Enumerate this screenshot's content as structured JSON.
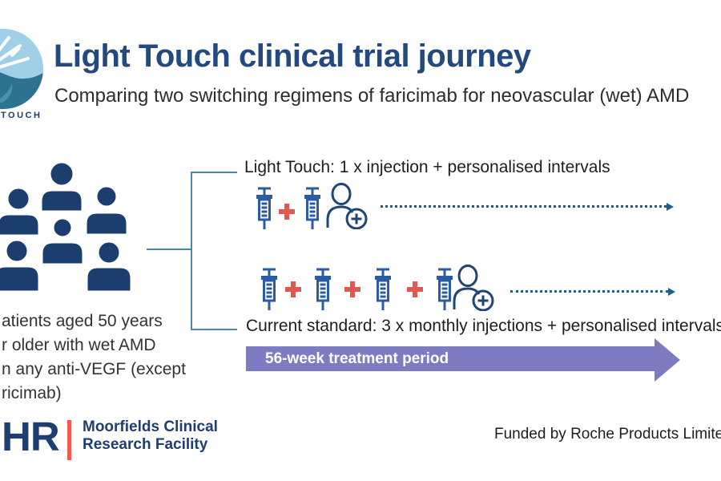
{
  "header": {
    "logo_label": "TOUCH",
    "title": "Light Touch clinical trial journey",
    "subtitle": "Comparing two switching regimens of faricimab for neovascular (wet) AMD"
  },
  "population": {
    "lines": [
      "atients aged 50 years",
      "r older with wet AMD",
      "n any anti-VEGF (except",
      "ricimab)"
    ]
  },
  "arms": {
    "light_touch": {
      "label": "Light Touch: 1 x injection + personalised intervals"
    },
    "current_standard": {
      "label": "Current standard: 3 x monthly injections + personalised intervals"
    }
  },
  "timeline": {
    "label": "56-week treatment period"
  },
  "footer": {
    "nihr": "HR",
    "partner_line1": "Moorfields Clinical",
    "partner_line2": "Research Facility",
    "funding": "Funded by Roche Products Limited ("
  },
  "colors": {
    "title_navy": "#24497e",
    "people_navy": "#1c3e6e",
    "syringe_blue": "#2a5ba3",
    "person_outline": "#1f4575",
    "plus_coral": "#e0584f",
    "dotted_teal": "#1d5f86",
    "connector": "#4b85a8",
    "timeline_purple": "#7d7cc3",
    "nihr_red": "#f05a4f"
  }
}
